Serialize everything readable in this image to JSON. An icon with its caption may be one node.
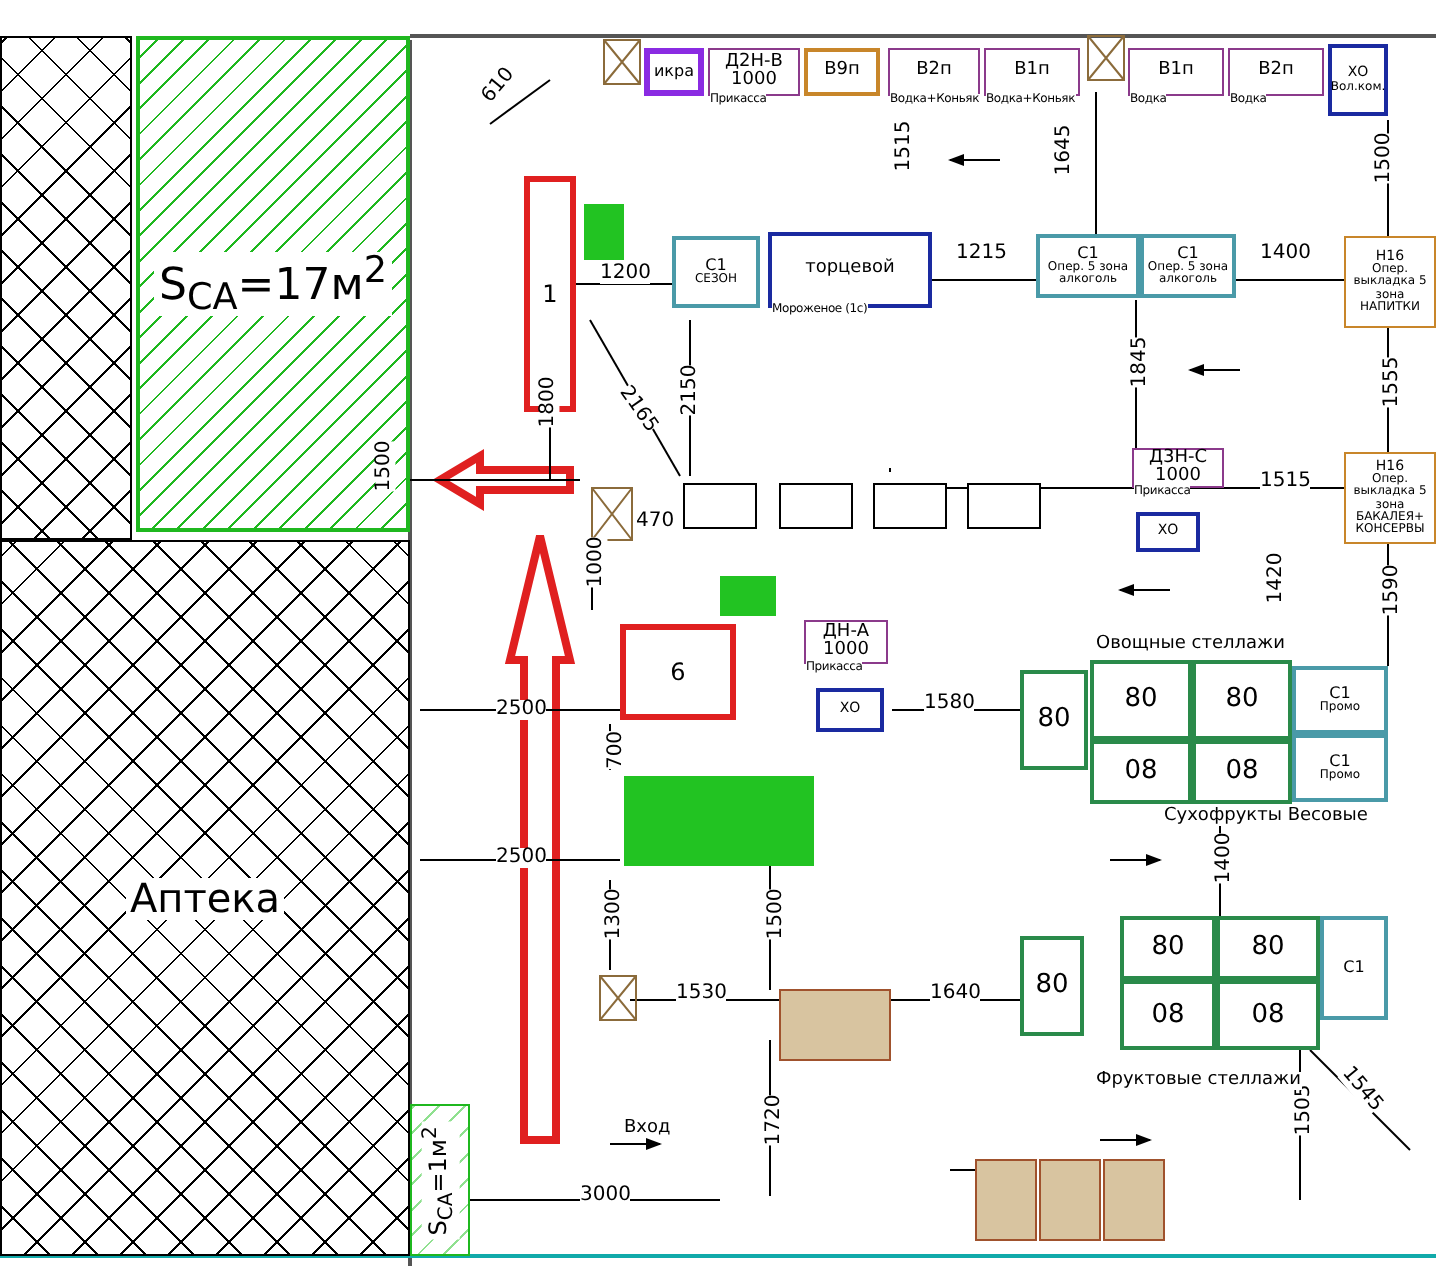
{
  "diagram": {
    "nodes": [
      {
        "text": [
          "S$_{CA}$=17м$^{2}$"
        ]
      },
      {
        "text": [
          "Аптека"
        ]
      },
      {
        "text": [
          "S$_{CA}$=1м$^{2}$"
        ]
      },
      {
        "text": [
          "1"
        ]
      },
      {
        "text": [
          "6"
        ]
      },
      {
        "text": [
          "С1",
          "СЕЗОН"
        ]
      },
      {
        "text": [
          "торцевой"
        ],
        "beside": [
          "Мороженое (1с)"
        ]
      },
      {
        "text": [
          "икра"
        ]
      },
      {
        "text": [
          "Д2Н-В 1000"
        ],
        "beside": [
          "Прикасса"
        ]
      },
      {
        "text": [
          "В9п"
        ]
      },
      {
        "text": [
          "В2п"
        ],
        "beside": [
          "Водка+Коньяк"
        ]
      },
      {
        "text": [
          "В1п"
        ],
        "beside": [
          "Водка+Коньяк"
        ]
      },
      {
        "text": [
          "В1п"
        ],
        "beside": [
          "Водка"
        ]
      },
      {
        "text": [
          "В2п"
        ],
        "beside": [
          "Водка"
        ]
      },
      {
        "text": [
          "ХО",
          "Вол.ком."
        ]
      },
      {
        "text": [
          "С1",
          "Опер. 5 зона алкоголь"
        ]
      },
      {
        "text": [
          "С1",
          "Опер. 5 зона алкоголь"
        ]
      },
      {
        "text": [
          "Н16",
          "Опер. выкладка 5 зона",
          "НАПИТКИ"
        ]
      },
      {
        "text": [
          "Н16",
          "Опер. выкладка 5 зона",
          "БАКАЛЕЯ+ КОНСЕРВЫ"
        ]
      },
      {
        "text": [
          "Д3Н-С 1000"
        ],
        "beside": [
          "Прикасса"
        ]
      },
      {
        "text": [
          "ХО"
        ]
      },
      {
        "text": [
          "ДН-А 1000"
        ],
        "beside": [
          "Прикасса"
        ]
      },
      {
        "text": [
          "ХО"
        ]
      },
      {
        "text": [
          "80"
        ]
      },
      {
        "text": [
          "80"
        ]
      },
      {
        "text": [
          "80"
        ]
      },
      {
        "text": [
          "08"
        ]
      },
      {
        "text": [
          "08"
        ]
      },
      {
        "text": [
          "С1",
          "Промо"
        ]
      },
      {
        "text": [
          "С1",
          "Промо"
        ]
      },
      {
        "text": [
          "80"
        ]
      },
      {
        "text": [
          "80"
        ]
      },
      {
        "text": [
          "80"
        ]
      },
      {
        "text": [
          "08"
        ]
      },
      {
        "text": [
          "08"
        ]
      },
      {
        "text": [
          "С1"
        ]
      },
      {
        "text": [],
        "shape": "box"
      }
    ],
    "labels": [
      "610",
      "1200",
      "1215",
      "1645",
      "1400",
      "1500",
      "1515",
      "1845",
      "1555",
      "2150",
      "2165",
      "1800",
      "1500",
      "470",
      "1515",
      "1000",
      "1420",
      "1590",
      "2500",
      "1580",
      "700",
      "2500",
      "1300",
      "1500",
      "1400",
      "1530",
      "1640",
      "1720",
      "1505",
      "1545",
      "3000",
      "Овощные стеллажи",
      "Сухофрукты Весовые",
      "Фруктовые стеллажи",
      "Вход"
    ]
  }
}
